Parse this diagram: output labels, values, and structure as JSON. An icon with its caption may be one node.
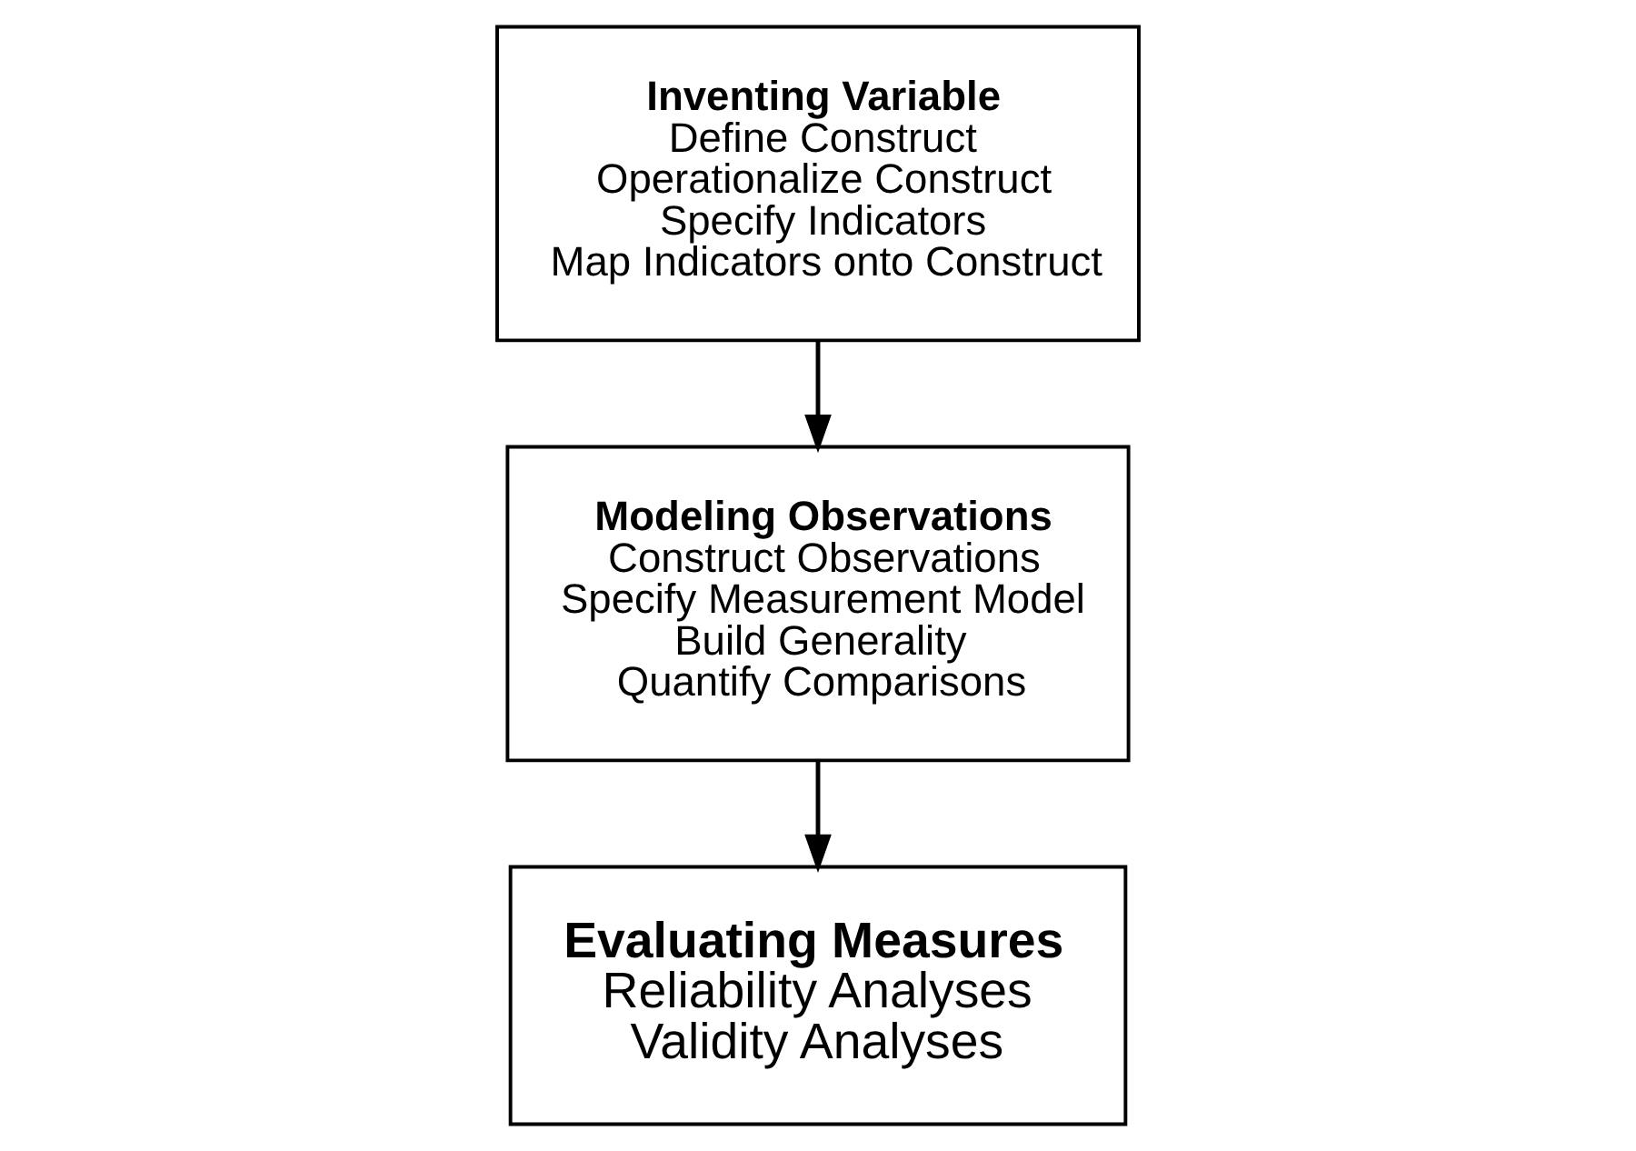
{
  "diagram": {
    "nodes": [
      {
        "text": [
          "Inventing Variable",
          "Define Construct",
          "Operationalize Construct",
          "Specify Indicators",
          "Map Indicators onto Construct"
        ]
      },
      {
        "text": [
          "Modeling Observations",
          "Construct Observations",
          "Specify Measurement Model",
          "Build Generality",
          "Quantify Comparisons"
        ]
      },
      {
        "text": [
          "Evaluating Measures",
          "Reliability Analyses",
          "Validity Analyses"
        ]
      }
    ],
    "edges": [
      {
        "from": 0,
        "to": 1,
        "arrow": "to"
      },
      {
        "from": 1,
        "to": 2,
        "arrow": "to"
      }
    ]
  }
}
